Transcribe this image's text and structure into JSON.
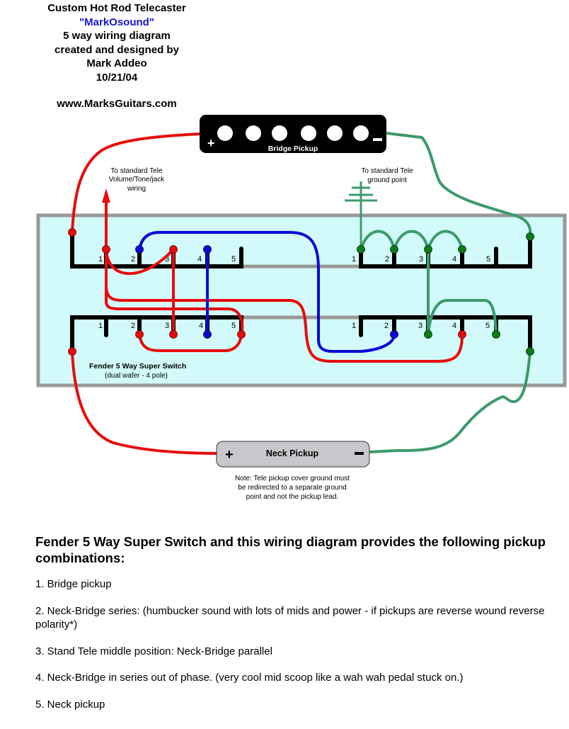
{
  "header": {
    "title": "Custom Hot Rod Telecaster",
    "brand": "\"MarkOsound\"",
    "subtitle": "5 way wiring diagram",
    "credit_line": "created and designed by",
    "author": "Mark Addeo",
    "date": "10/21/04",
    "website": "www.MarksGuitars.com"
  },
  "bridge_pickup": {
    "label": "Bridge Pickup",
    "plus": "+",
    "minus": "–"
  },
  "neck_pickup": {
    "label": "Neck Pickup",
    "plus": "+",
    "minus": "–"
  },
  "annotations": {
    "volume_tone": [
      "To standard Tele",
      "Volume/Tone/jack",
      "wiring"
    ],
    "ground_point": [
      "To standard Tele",
      "ground point"
    ],
    "neck_note": [
      "Note: Tele pickup cover ground must",
      "be redirected to a separate ground",
      "point and not the pickup lead."
    ]
  },
  "switch": {
    "name": "Fender 5 Way Super Switch",
    "description": "(dual wafer -  4 pole)",
    "pin_labels": [
      "1",
      "2",
      "3",
      "4",
      "5"
    ]
  },
  "wire_colors": {
    "hot": "#e80c0c",
    "blue": "#0a0ad8",
    "ground": "#3c9a6c",
    "lug_green": "#0b7a1a",
    "switch_body": "#d2fafa",
    "switch_border": "#999999"
  },
  "notes": {
    "heading": "Fender 5 Way Super Switch and this wiring diagram provides the following pickup combinations:",
    "items": [
      "1. Bridge pickup",
      "2. Neck-Bridge series: (humbucker sound with lots of mids and power - if pickups are reverse wound reverse polarity*)",
      "3. Stand Tele middle position: Neck-Bridge parallel",
      "4. Neck-Bridge in series out of phase. (very cool mid scoop like a wah wah pedal stuck on.)",
      "5. Neck pickup"
    ]
  }
}
